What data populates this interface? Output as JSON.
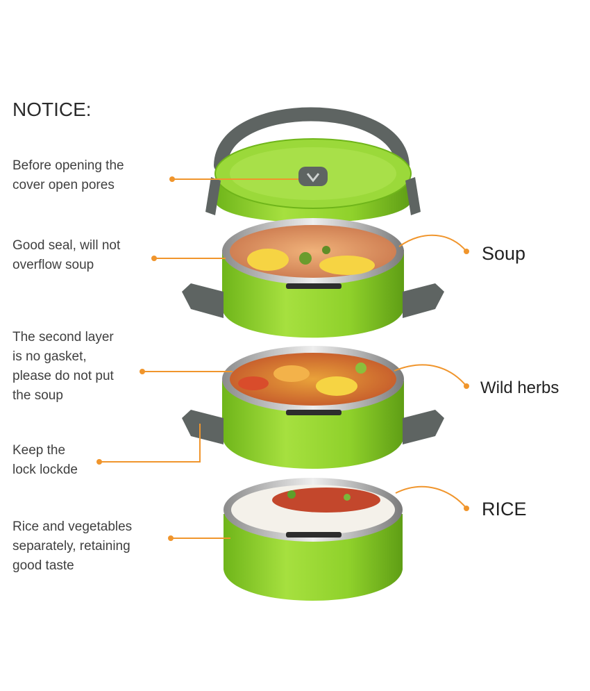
{
  "notice_title": "NOTICE:",
  "notes": [
    "Before opening the\ncover open pores",
    "Good seal, will not\noverflow soup",
    "The second layer\nis no gasket,\nplease do not put\nthe soup",
    "Keep the\nlock lockde",
    "Rice and vegetables\nseparately, retaining\ngood taste"
  ],
  "labels": {
    "soup": "Soup",
    "herbs": "Wild herbs",
    "rice": "RICE"
  },
  "colors": {
    "body_green": "#8fd12b",
    "handle_gray": "#5e6462",
    "leader_orange": "#f0952c",
    "text": "#3f3f3f"
  }
}
